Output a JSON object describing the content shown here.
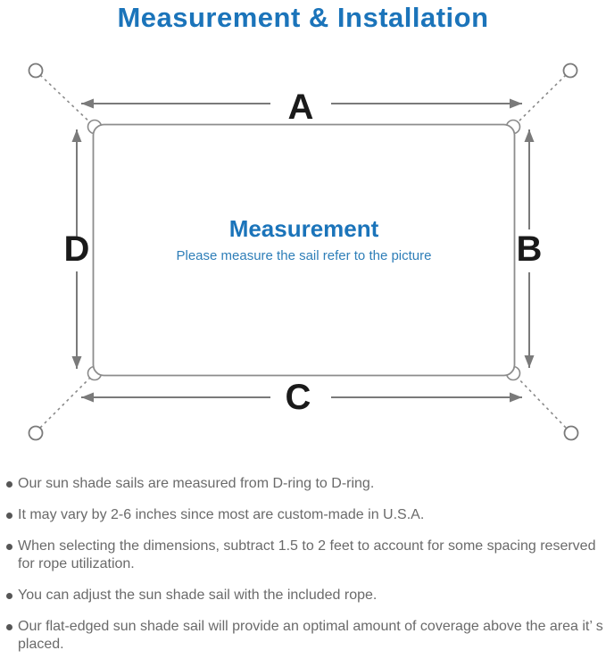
{
  "title": "Measurement & Installation",
  "diagram": {
    "dimension_labels": {
      "top": "A",
      "right": "B",
      "bottom": "C",
      "left": "D"
    },
    "center": {
      "heading": "Measurement",
      "subtext": "Please measure the sail refer to the picture"
    }
  },
  "notes": [
    "Our sun shade sails are measured from D-ring to D-ring.",
    "It may vary by 2-6 inches since most are custom-made in U.S.A.",
    "When selecting the dimensions, subtract 1.5 to 2 feet to account for some spacing reserved for rope utilization.",
    "You can adjust the sun shade sail with the included rope.",
    "Our flat-edged sun shade sail will provide an optimal amount of coverage above the area it’ s placed."
  ],
  "colors": {
    "title_blue": "#1b74ba",
    "subtitle_blue": "#2e7eb8",
    "note_text_gray": "#6a6a6a",
    "diagram_line_gray": "#7a7a7a",
    "label_black": "#1a1a1a"
  }
}
